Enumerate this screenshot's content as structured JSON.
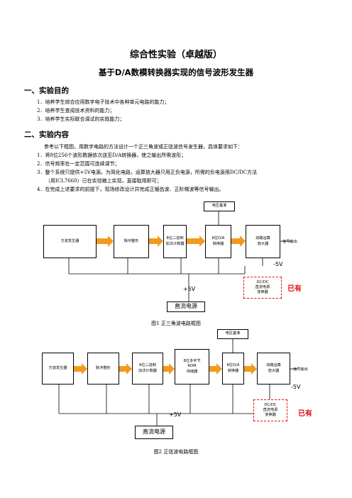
{
  "doc": {
    "title": "综合性实验（卓越版）",
    "subtitle": "基于D/A数模转换器实现的信号波形发生器"
  },
  "section1": {
    "heading": "一、实验目的",
    "items": [
      "1．培养学生综合应用数字电子技术中各种单元电路的能力；",
      "2．培养学生查阅技术资料的能力；",
      "3．培养学生实际联合调试的实践能力；"
    ]
  },
  "section2": {
    "heading": "二、实验内容",
    "intro": "参考以下框图，用数字电路的方法设计一个正三角波或正弦波信号发生器，具体要求如下：",
    "items": [
      "1．将8位256个波形数据依次送至D/A转换器，使之输出所需波形；",
      "2．信号频率在一定范围可连续调节；",
      "3．整个系统只提供+5V电源。为简化电路，运算放大器只用正负电源，所需的负电源用DC/DC方法",
      "（用ICL7660）已在实验箱上实现，直接取用即可；",
      "4．在完成上述要求的前提下，现场修改设计并完成正锯齿波、正阶梯波等信号输出。"
    ]
  },
  "fig1": {
    "ref": "电压基准",
    "blocks": [
      "方波发生器",
      "脉冲整形",
      "8位二进制\n加法计数器",
      "8位D/A\n转换器",
      "双路运算\n放大器",
      "DC/DC\n直流电源\n变换器"
    ],
    "output": "信号输出",
    "neg": "-5V",
    "pos": "+5V",
    "power": "直流电源",
    "badge": "已有",
    "caption": "图1  正三角波电路框图"
  },
  "fig2": {
    "ref": "电压基准",
    "blocks": [
      "方波发生器",
      "脉冲整形",
      "8位二进制\n加法计数器",
      "8位多字节\nROM\n存储器",
      "8位D/A\n转换器",
      "双路运算\n放大器",
      "DC/DC\n直流电源\n变换器"
    ],
    "output": "信号输出",
    "neg": "-5V",
    "pos": "+5V",
    "power": "直流电源",
    "badge": "已有",
    "caption": "图2  正弦波电路框图"
  },
  "colors": {
    "arrow": "#f39a1e",
    "highlight": "#e01010"
  }
}
